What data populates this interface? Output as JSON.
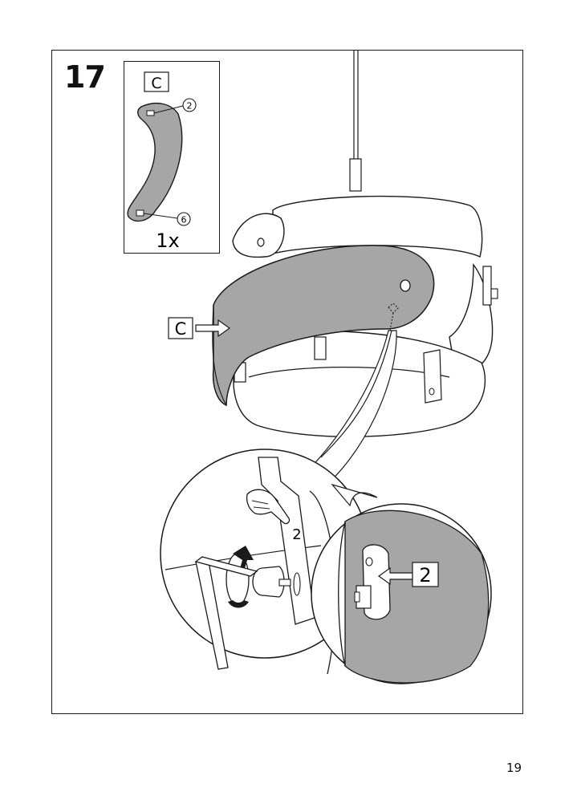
{
  "step": {
    "number": "17"
  },
  "inset": {
    "part_letter": "C",
    "callouts": [
      "2",
      "6"
    ],
    "quantity": "1x"
  },
  "main": {
    "part_label": "C",
    "hand_label": "2",
    "detail_label": "2"
  },
  "page": {
    "number": "19"
  },
  "colors": {
    "panel": "#a6a6a6",
    "line": "#1a1a1a",
    "paper": "#ffffff"
  },
  "icons": [
    "hand-pointing-icon",
    "allen-key-icon",
    "rotate-arrow-icon",
    "arrow-icon"
  ]
}
